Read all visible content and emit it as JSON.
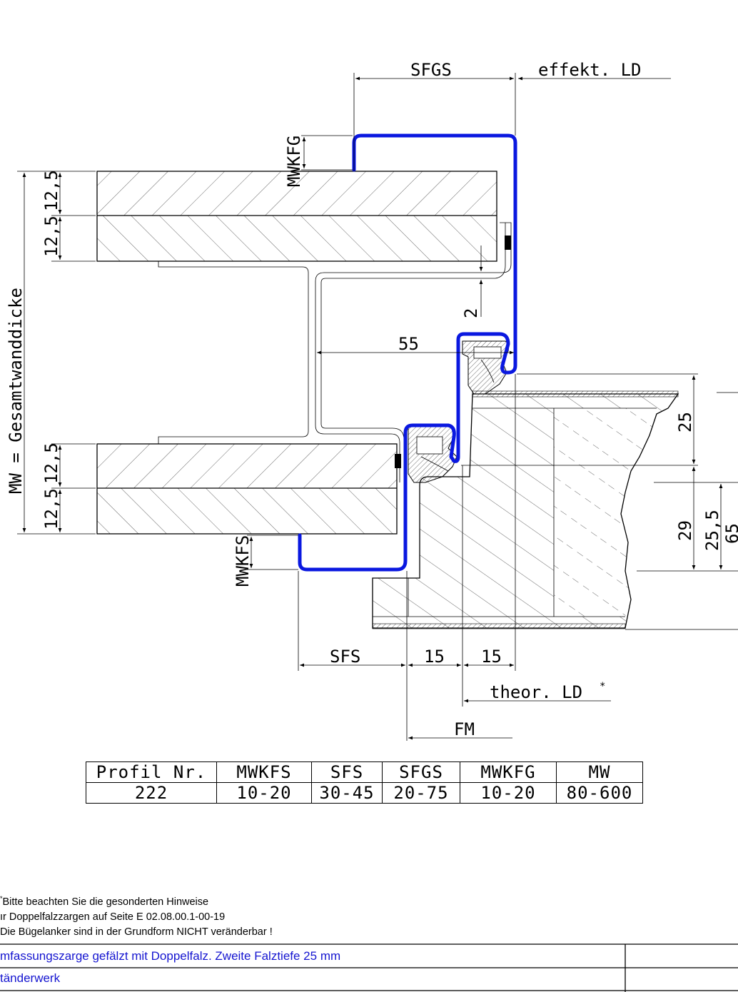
{
  "drawing": {
    "labels": {
      "sfgs": "SFGS",
      "effekt_ld": "effekt. LD",
      "mwkfg": "MWKFG",
      "mwkfs": "MWKFS",
      "gesamtwanddicke": "MW = Gesamtwanddicke",
      "board_top_a": "12,5",
      "board_top_b": "12,5",
      "board_bot_a": "12,5",
      "board_bot_b": "12,5",
      "gap": "2",
      "depth": "55",
      "rebate": "25",
      "dim_29": "29",
      "dim_25_5": "25,5",
      "dim_65": "65",
      "sfs": "SFS",
      "fifteen_a": "15",
      "fifteen_b": "15",
      "theor_ld": "theor. LD",
      "asterisk": "*",
      "fm": "FM"
    }
  },
  "table": {
    "headers": [
      "Profil Nr.",
      "MWKFS",
      "SFS",
      "SFGS",
      "MWKFG",
      "MW"
    ],
    "rows": [
      [
        "222",
        "10-20",
        "30-45",
        "20-75",
        "10-20",
        "80-600"
      ]
    ]
  },
  "notes": {
    "asterisk": "*",
    "line1": "Bitte beachten Sie die gesonderten Hinweise",
    "line2": "ır Doppelfalzzargen auf Seite E 02.08.00.1-00-19",
    "line3": "Die Bügelanker sind in der Grundform NICHT veränderbar !"
  },
  "title_block": {
    "row1": "mfassungszarge gefälzt mit Doppelfalz. Zweite Falztiefe 25 mm",
    "row2": "tänderwerk"
  },
  "colors": {
    "profile": "#0a18e0",
    "title_text": "#1515d0"
  }
}
